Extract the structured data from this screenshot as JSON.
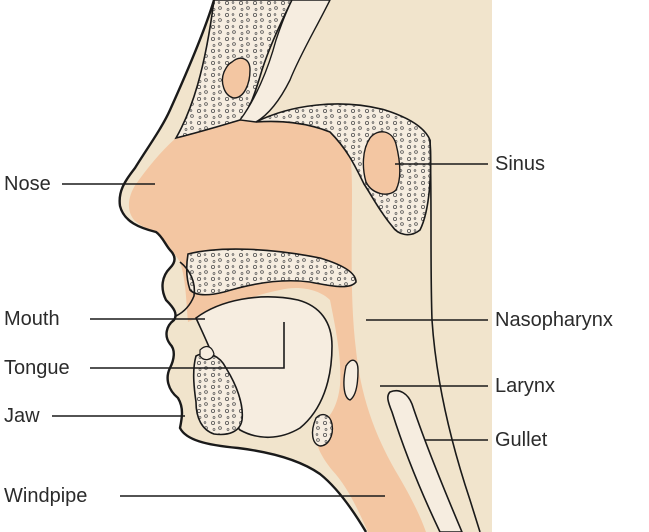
{
  "diagram": {
    "colors": {
      "background_panel": "#f1e4cc",
      "soft_tissue": "#f3c6a2",
      "bone_fill": "#f6ede0",
      "outline": "#1a1a1a",
      "label_text": "#2b2b2b"
    },
    "labels": {
      "nose": "Nose",
      "mouth": "Mouth",
      "tongue": "Tongue",
      "jaw": "Jaw",
      "windpipe": "Windpipe",
      "sinus": "Sinus",
      "nasopharynx": "Nasopharynx",
      "larynx": "Larynx",
      "gullet": "Gullet"
    }
  }
}
